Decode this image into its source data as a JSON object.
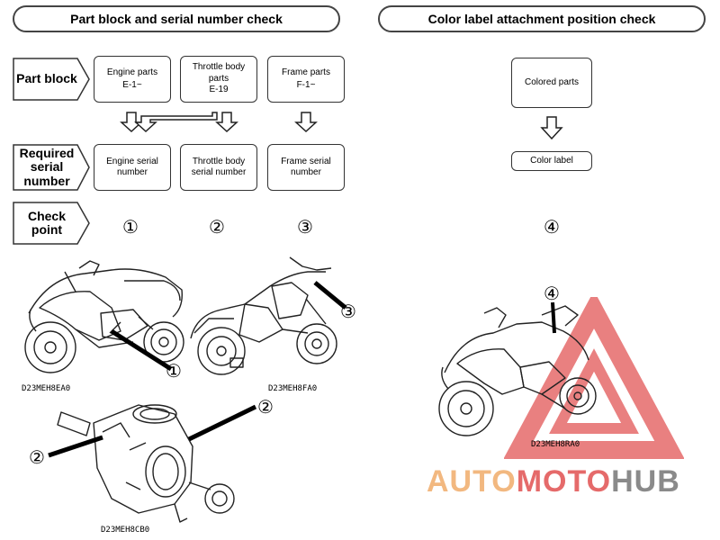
{
  "left_header": "Part block and serial number check",
  "right_header": "Color label attachment position check",
  "row_labels": {
    "part_block": "Part block",
    "required_line1": "Required",
    "required_line2": "serial",
    "required_line3": "number",
    "check_line1": "Check",
    "check_line2": "point"
  },
  "part_blocks": [
    {
      "line1": "Engine parts",
      "line2": "",
      "code": "E-1~"
    },
    {
      "line1": "Throttle body",
      "line2": "parts",
      "code": "E-19"
    },
    {
      "line1": "Frame parts",
      "line2": "",
      "code": "F-1~"
    }
  ],
  "serial_boxes": [
    {
      "line1": "Engine serial",
      "line2": "number"
    },
    {
      "line1": "Throttle body",
      "line2": "serial number"
    },
    {
      "line1": "Frame serial",
      "line2": "number"
    }
  ],
  "check_points": [
    "①",
    "②",
    "③"
  ],
  "color_section": {
    "colored_parts": "Colored parts",
    "color_label": "Color label",
    "check_point": "④"
  },
  "illustrations": {
    "moto1": {
      "caption": "D23MEH8EA0",
      "callout": "①"
    },
    "moto2": {
      "caption": "D23MEH8FA0",
      "callout": "③"
    },
    "throttle": {
      "caption": "D23MEH8CB0",
      "callout_left": "②",
      "callout_right": "②"
    },
    "moto3": {
      "caption": "D23MEH8RA0",
      "callout": "④"
    }
  },
  "watermark": {
    "part1": "AUTO",
    "part2": "MOTO",
    "part3": "HUB"
  },
  "colors": {
    "watermark_orange": "#f2b880",
    "watermark_red": "#e56a6a",
    "watermark_gray": "#8a8a8a"
  }
}
